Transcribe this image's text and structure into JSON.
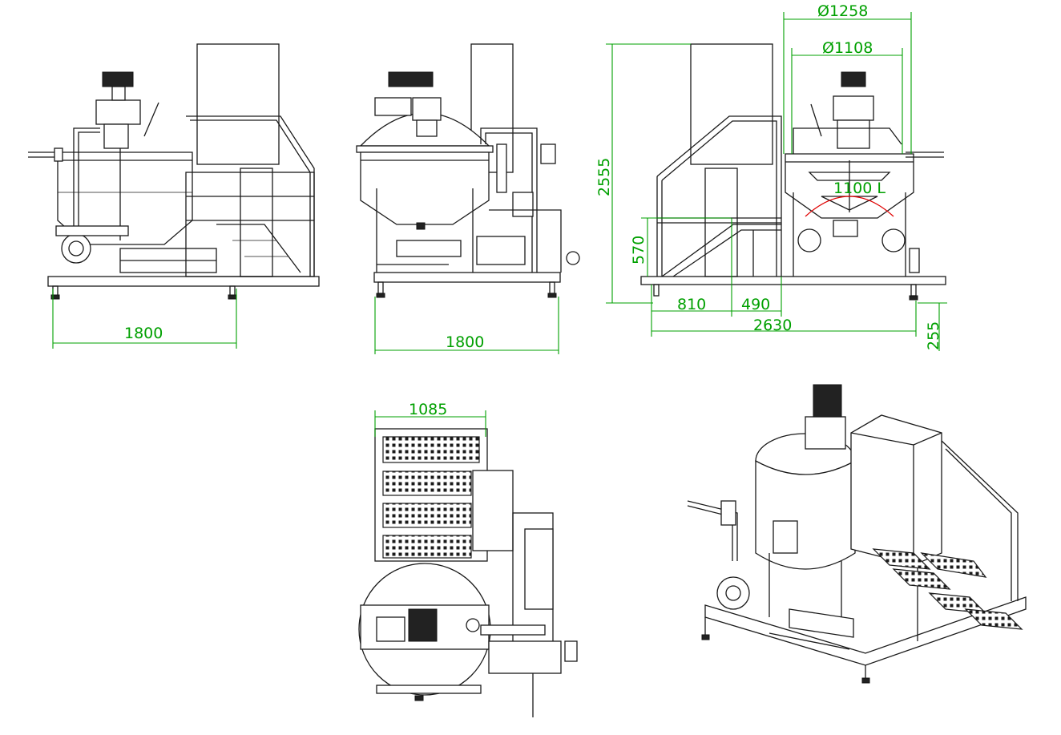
{
  "colors": {
    "line": "#1a1a1a",
    "dimension": "#00a000",
    "highlight": "#e00000",
    "background": "#ffffff"
  },
  "dimensions": {
    "front_width": "1800",
    "side_width": "1800",
    "outer_diameter": "Ø1258",
    "inner_diameter": "Ø1108",
    "total_height": "2555",
    "platform_height": "570",
    "stair_run": "810",
    "stair_offset": "490",
    "overall_length": "2630",
    "foot_height": "255",
    "top_width": "1085",
    "tank_label": "1100 L"
  }
}
